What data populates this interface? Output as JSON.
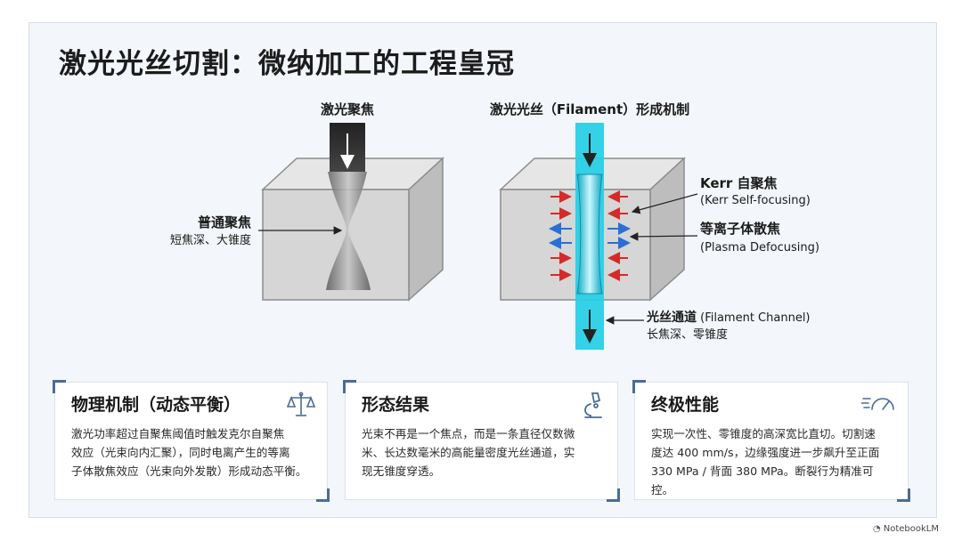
{
  "title": "激光光丝切割：微纳加工的工程皇冠",
  "left_diagram": {
    "heading": "激光聚焦",
    "callout_title": "普通聚焦",
    "callout_sub": "短焦深、大锥度"
  },
  "right_diagram": {
    "heading": "激光光丝（Filament）形成机制",
    "kerr_title": "Kerr 自聚焦",
    "kerr_sub": "(Kerr Self-focusing)",
    "plasma_title": "等离子体散焦",
    "plasma_sub": "(Plasma Defocusing)",
    "channel_title": "光丝通道",
    "channel_title_en": " (Filament Channel)",
    "channel_sub": "长焦深、零锥度"
  },
  "cards": [
    {
      "title": "物理机制（动态平衡）",
      "icon": "balance-scale-icon",
      "lines": [
        "激光功率超过自聚焦阈值时触发克尔自聚焦",
        "效应（光束向内汇聚），同时电离产生的等离",
        "子体散焦效应（光束向外发散）形成动态平衡。"
      ]
    },
    {
      "title": "形态结果",
      "icon": "microscope-icon",
      "lines": [
        "光束不再是一个焦点，而是一条直径仅数微",
        "米、长达数毫米的高能量密度光丝通道，实",
        "现无锥度穿透。"
      ]
    },
    {
      "title": "终极性能",
      "icon": "speedometer-icon",
      "lines": [
        "实现一次性、零锥度的高深宽比直切。切割速",
        "度达 400 mm/s，边缘强度进一步飙升至正面",
        "330 MPa / 背面 380 MPa。断裂行为精准可控。"
      ]
    }
  ],
  "watermark": "NotebookLM",
  "colors": {
    "beam": "#29cfe6",
    "kerr_arrow": "#d42a2a",
    "plasma_arrow": "#2a6fd4",
    "accent": "#4a6d93"
  }
}
